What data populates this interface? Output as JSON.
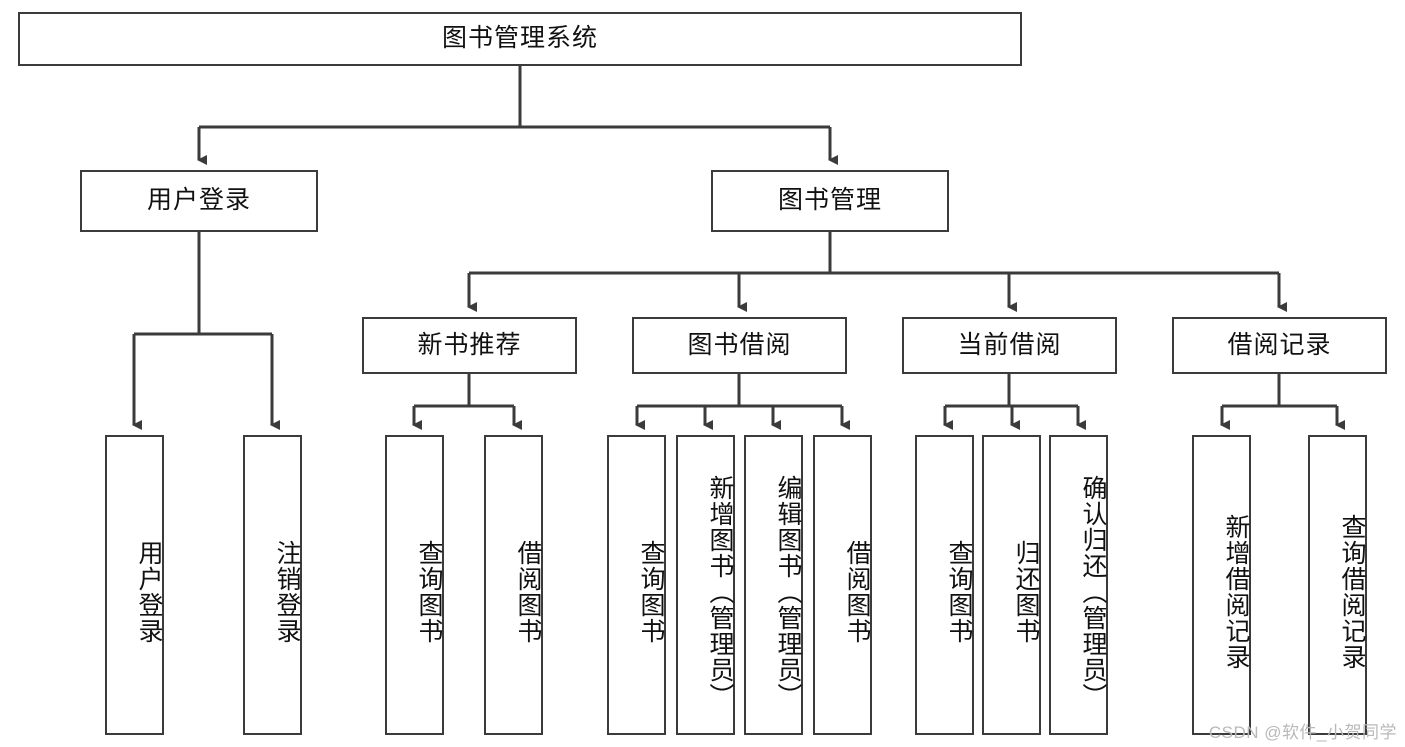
{
  "diagram": {
    "type": "tree-hierarchy",
    "title": "图书管理系统",
    "root": {
      "label": "图书管理系统"
    },
    "level2": [
      {
        "label": "用户登录"
      },
      {
        "label": "图书管理"
      }
    ],
    "level3": [
      {
        "label": "新书推荐"
      },
      {
        "label": "图书借阅"
      },
      {
        "label": "当前借阅"
      },
      {
        "label": "借阅记录"
      }
    ],
    "leaves": {
      "user_login": [
        {
          "label": "用户登录"
        },
        {
          "label": "注销登录"
        }
      ],
      "new_book_recommend": [
        {
          "label": "查询图书"
        },
        {
          "label": "借阅图书"
        }
      ],
      "book_borrow": [
        {
          "label": "查询图书"
        },
        {
          "label": "新增图书（管理员）"
        },
        {
          "label": "编辑图书（管理员）"
        },
        {
          "label": "借阅图书"
        }
      ],
      "current_borrow": [
        {
          "label": "查询图书"
        },
        {
          "label": "归还图书"
        },
        {
          "label": "确认归还（管理员）"
        }
      ],
      "borrow_record": [
        {
          "label": "新增借阅记录"
        },
        {
          "label": "查询借阅记录"
        }
      ]
    },
    "watermark": "CSDN @软件_小贺同学",
    "colors": {
      "border": "#3b3b3b",
      "background": "#ffffff",
      "text": "#111111",
      "watermark": "#b9b9b9"
    }
  }
}
